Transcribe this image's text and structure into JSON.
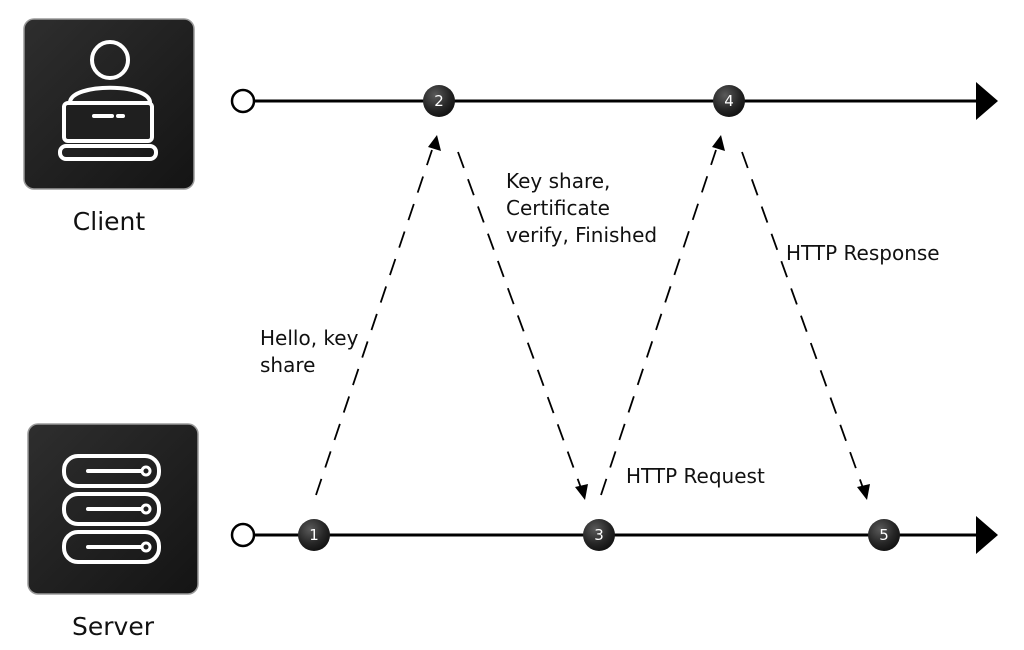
{
  "actors": {
    "client": {
      "label": "Client",
      "icon": "laptop-user-icon"
    },
    "server": {
      "label": "Server",
      "icon": "server-rack-icon"
    }
  },
  "steps": [
    {
      "number": "1",
      "lane": "server"
    },
    {
      "number": "2",
      "lane": "client"
    },
    {
      "number": "3",
      "lane": "server"
    },
    {
      "number": "4",
      "lane": "client"
    },
    {
      "number": "5",
      "lane": "server"
    }
  ],
  "messages": [
    {
      "from": "1",
      "to": "2",
      "label": "Hello, key\nshare"
    },
    {
      "from": "2",
      "to": "3",
      "label": "Key share,\nCertificate\nverify, Finished"
    },
    {
      "from": "3",
      "to": "4",
      "label": "HTTP Request"
    },
    {
      "from": "4",
      "to": "5",
      "label": "HTTP Response"
    }
  ],
  "colors": {
    "icon_tile": "#1f1f1f",
    "line": "#000000",
    "node": "#2a2a2a"
  }
}
